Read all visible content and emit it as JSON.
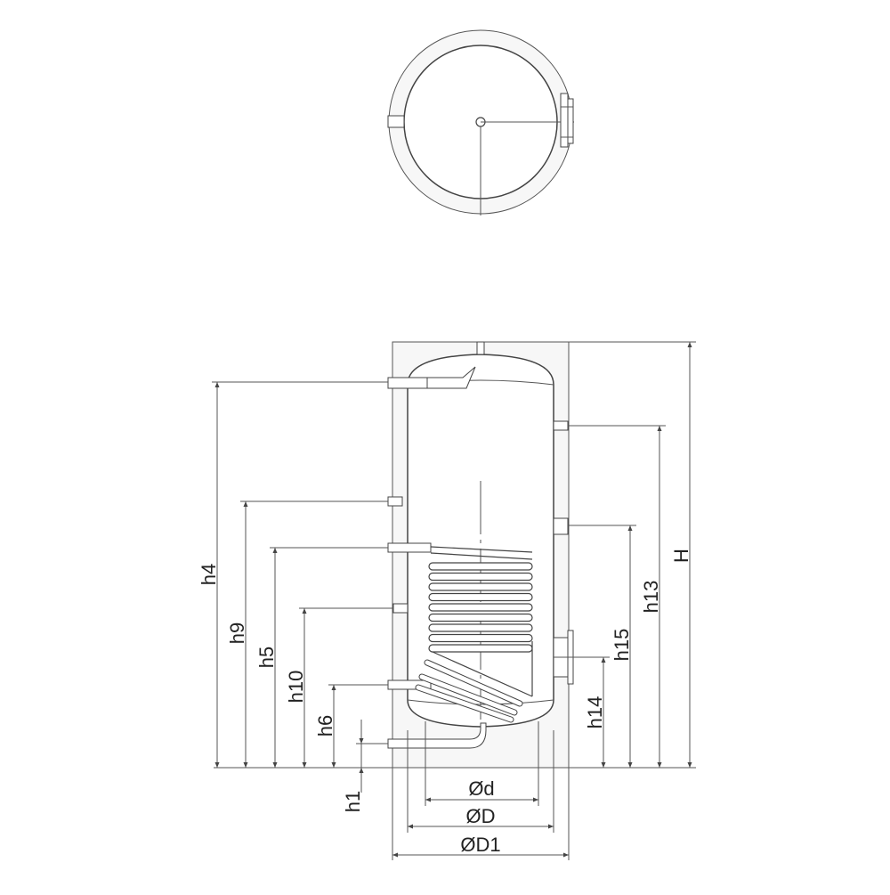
{
  "labels": {
    "H": "H",
    "h1": "h1",
    "h4": "h4",
    "h5": "h5",
    "h6": "h6",
    "h9": "h9",
    "h10": "h10",
    "h13": "h13",
    "h14": "h14",
    "h15": "h15",
    "d": "Ød",
    "D": "ØD",
    "D1": "ØD1"
  },
  "colors": {
    "line": "#444444",
    "insulation": "#f7f7f7",
    "background": "#ffffff"
  }
}
